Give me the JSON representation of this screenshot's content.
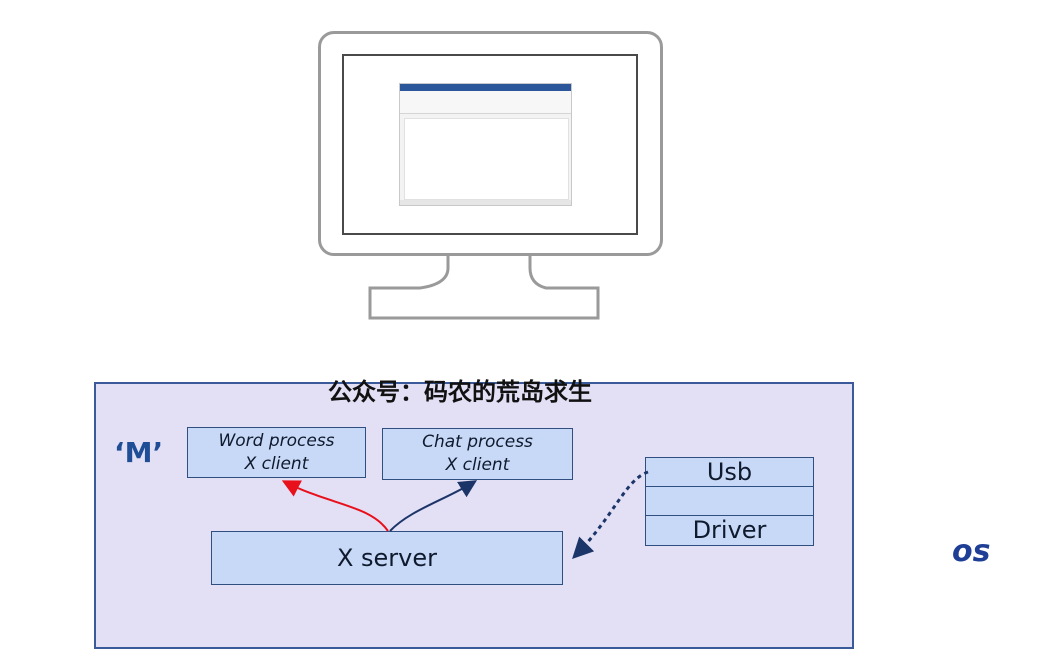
{
  "watermark": "公众号：码农的荒岛求生",
  "machine_label": "‘M’",
  "os_label": "os",
  "clients": {
    "word": {
      "line1": "Word process",
      "line2": "X client"
    },
    "chat": {
      "line1": "Chat process",
      "line2": "X client"
    }
  },
  "x_server": {
    "label": "X server"
  },
  "driver_stack": {
    "top": "Usb",
    "middle": "",
    "bottom": "Driver"
  },
  "colors": {
    "os_area": "#e3dff5",
    "box_fill": "#c7d9f6",
    "box_border": "#2f4f80",
    "arrow_red": "#e8101a",
    "arrow_navy": "#1c3568",
    "label_blue": "#1f4e96"
  }
}
